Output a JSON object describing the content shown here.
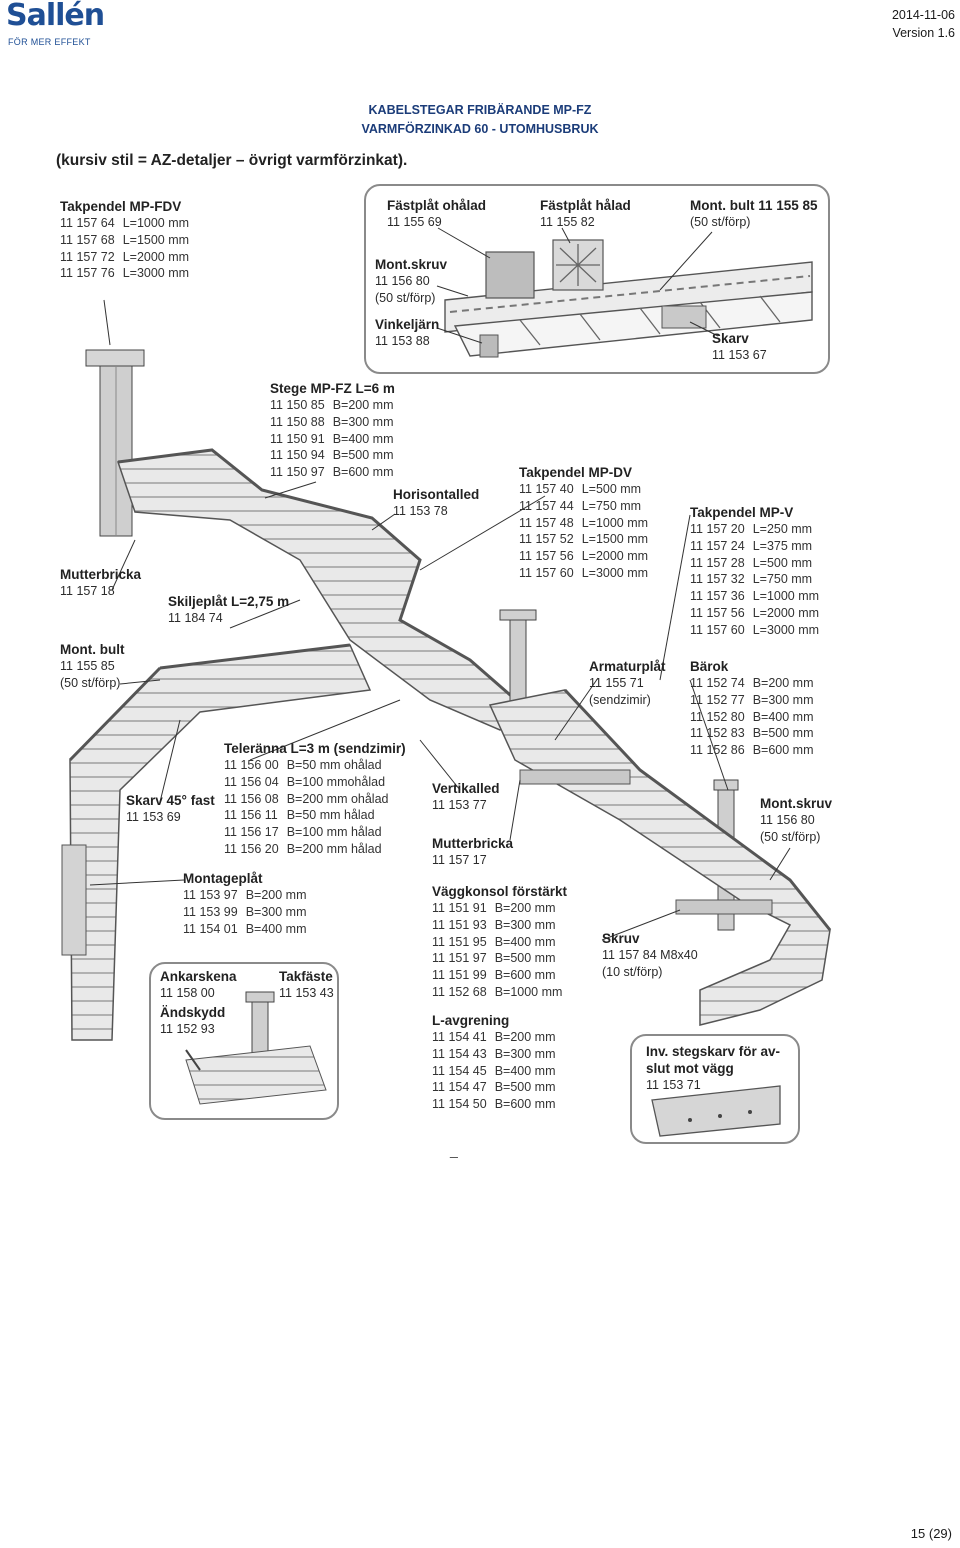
{
  "header": {
    "logo_text": "Sallén",
    "logo_tagline": "FÖR MER EFFEKT",
    "date": "2014-11-06",
    "version": "Version 1.6"
  },
  "title_line1": "KABELSTEGAR FRIBÄRANDE MP-FZ",
  "title_line2": "VARMFÖRZINKAD 60 - UTOMHUSBRUK",
  "note": "(kursiv stil = AZ-detaljer – övrigt varmförzinkat).",
  "page_number": "15 (29)",
  "labels": {
    "takpendel_mp_fdv": {
      "title": "Takpendel MP-FDV",
      "rows": [
        [
          "11 157 64",
          "L=1000 mm"
        ],
        [
          "11 157 68",
          "L=1500 mm"
        ],
        [
          "11 157 72",
          "L=2000 mm"
        ],
        [
          "11 157 76",
          "L=3000 mm"
        ]
      ]
    },
    "fastplat_ohalad": {
      "title": "Fästplåt ohålad",
      "code": "11 155 69"
    },
    "fastplat_halad": {
      "title": "Fästplåt hålad",
      "code": "11 155 82"
    },
    "mont_bult_top": {
      "title": "Mont. bult 11 155 85",
      "sub": "(50 st/förp)"
    },
    "mont_skruv_top": {
      "title": "Mont.skruv",
      "code": "11 156 80",
      "sub": "(50 st/förp)"
    },
    "vinkeljarn": {
      "title": "Vinkeljärn",
      "code": "11 153 88"
    },
    "skarv": {
      "title": "Skarv",
      "code": "11 153 67"
    },
    "stege": {
      "title": "Stege MP-FZ L=6 m",
      "rows": [
        [
          "11 150 85",
          "B=200 mm"
        ],
        [
          "11 150 88",
          "B=300 mm"
        ],
        [
          "11 150 91",
          "B=400 mm"
        ],
        [
          "11 150 94",
          "B=500 mm"
        ],
        [
          "11 150 97",
          "B=600 mm"
        ]
      ]
    },
    "horisontalled": {
      "title": "Horisontalled",
      "code": "11 153 78"
    },
    "takpendel_mp_dv": {
      "title": "Takpendel MP-DV",
      "rows": [
        [
          "11 157 40",
          "L=500 mm"
        ],
        [
          "11 157 44",
          "L=750 mm"
        ],
        [
          "11 157 48",
          "L=1000 mm"
        ],
        [
          "11 157 52",
          "L=1500 mm"
        ],
        [
          "11 157 56",
          "L=2000 mm"
        ],
        [
          "11 157 60",
          "L=3000 mm"
        ]
      ]
    },
    "takpendel_mp_v": {
      "title": "Takpendel MP-V",
      "rows": [
        [
          "11 157 20",
          "L=250 mm"
        ],
        [
          "11 157 24",
          "L=375 mm"
        ],
        [
          "11 157 28",
          "L=500 mm"
        ],
        [
          "11 157 32",
          "L=750 mm"
        ],
        [
          "11 157 36",
          "L=1000 mm"
        ],
        [
          "11 157 56",
          "L=2000 mm"
        ],
        [
          "11 157 60",
          "L=3000 mm"
        ]
      ]
    },
    "mutterbricka_left": {
      "title": "Mutterbricka",
      "code": "11 157 18"
    },
    "skiljeplat": {
      "title": "Skiljeplåt L=2,75 m",
      "code": "11 184 74"
    },
    "mont_bult_left": {
      "title": "Mont. bult",
      "code": "11 155 85",
      "sub": "(50 st/förp)"
    },
    "armaturplat": {
      "title": "Armaturplåt",
      "code": "11 155 71",
      "sub": "(sendzimir)"
    },
    "barok": {
      "title": "Bärok",
      "rows": [
        [
          "11 152 74",
          "B=200 mm"
        ],
        [
          "11 152 77",
          "B=300 mm"
        ],
        [
          "11 152 80",
          "B=400 mm"
        ],
        [
          "11 152 83",
          "B=500 mm"
        ],
        [
          "11 152 86",
          "B=600 mm"
        ]
      ]
    },
    "teleranna": {
      "title": "Teleränna L=3 m (sendzimir)",
      "rows": [
        [
          "11 156 00",
          "B=50 mm  ohålad"
        ],
        [
          "11 156 04",
          "B=100 mmohålad"
        ],
        [
          "11 156 08",
          "B=200 mm ohålad"
        ],
        [
          "11 156 11",
          "B=50 mm  hålad"
        ],
        [
          "11 156 17",
          "B=100 mm hålad"
        ],
        [
          "11 156 20",
          "B=200 mm hålad"
        ]
      ]
    },
    "skarv45": {
      "title": "Skarv 45° fast",
      "code": "11 153 69"
    },
    "vertikalled": {
      "title": "Vertikalled",
      "code": "11 153 77"
    },
    "mont_skruv_right": {
      "title": "Mont.skruv",
      "code": "11 156 80",
      "sub": "(50 st/förp)"
    },
    "mutterbricka_mid": {
      "title": "Mutterbricka",
      "code": "11 157 17"
    },
    "montageplat": {
      "title": "Montageplåt",
      "rows": [
        [
          "11 153 97",
          "B=200 mm"
        ],
        [
          "11 153 99",
          "B=300 mm"
        ],
        [
          "11 154 01",
          "B=400 mm"
        ]
      ]
    },
    "vaggkonsol": {
      "title": "Väggkonsol förstärkt",
      "rows": [
        [
          "11 151 91",
          "B=200 mm"
        ],
        [
          "11 151 93",
          "B=300 mm"
        ],
        [
          "11 151 95",
          "B=400 mm"
        ],
        [
          "11 151 97",
          "B=500 mm"
        ],
        [
          "11 151 99",
          "B=600 mm"
        ],
        [
          "11 152 68",
          "B=1000 mm"
        ]
      ]
    },
    "skruv": {
      "title": "Skruv",
      "code": "11 157 84  M8x40",
      "sub": "(10 st/förp)"
    },
    "ankarskena": {
      "title": "Ankarskena",
      "code": "11 158 00"
    },
    "takfaste": {
      "title": "Takfäste",
      "code": "11 153 43"
    },
    "andskydd": {
      "title": "Ändskydd",
      "code": "11 152 93"
    },
    "lavgrening": {
      "title": "L-avgrening",
      "rows": [
        [
          "11 154 41",
          "B=200 mm"
        ],
        [
          "11 154 43",
          "B=300 mm"
        ],
        [
          "11 154 45",
          "B=400 mm"
        ],
        [
          "11 154 47",
          "B=500 mm"
        ],
        [
          "11 154 50",
          "B=600 mm"
        ]
      ]
    },
    "inv_stegskarv": {
      "title1": "Inv. stegskarv för av-",
      "title2": "slut mot vägg",
      "code": "11 153 71"
    }
  },
  "footnote_mark": "_"
}
